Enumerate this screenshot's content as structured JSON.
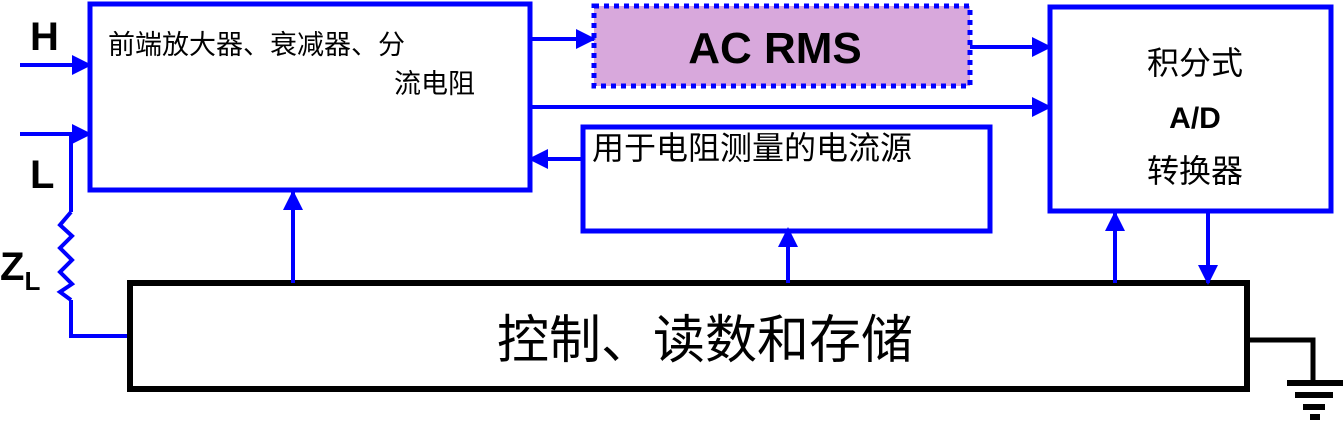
{
  "colors": {
    "wire": "#0000ff",
    "control_border": "#000000",
    "ac_rms_fill": "#d8a8dc",
    "text": "#000000",
    "background": "#ffffff"
  },
  "terminals": {
    "high": "H",
    "low": "L",
    "load_main": "Z",
    "load_sub": "L"
  },
  "blocks": {
    "front_end": {
      "line1": "前端放大器、衰减器、分",
      "line2": "流电阻"
    },
    "ac_rms": {
      "label": "AC RMS"
    },
    "current_source": {
      "label": "用于电阻测量的电流源"
    },
    "adc": {
      "line1": "积分式",
      "line2": "A/D",
      "line3": "转换器"
    },
    "control": {
      "label": "控制、读数和存储"
    }
  },
  "symbols": {
    "load_resistor": "zigzag-resistor-icon",
    "ground": "ground-icon"
  }
}
